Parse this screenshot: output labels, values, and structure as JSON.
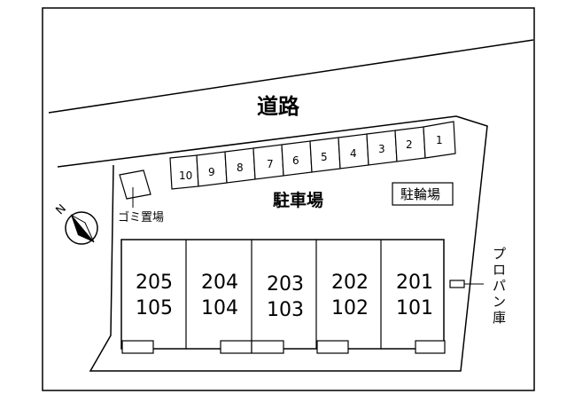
{
  "map": {
    "road_label": "道路",
    "parking_label": "駐車場",
    "bicycle_parking_label": "駐輪場",
    "garbage_area_label": "ゴミ置場",
    "propane_storage_label": [
      "プ",
      "ロ",
      "パ",
      "ン",
      "庫"
    ],
    "north_label": "N",
    "parking_spots": [
      "10",
      "9",
      "8",
      "7",
      "6",
      "5",
      "4",
      "3",
      "2",
      "1"
    ],
    "units": [
      {
        "upper": "205",
        "lower": "105"
      },
      {
        "upper": "204",
        "lower": "104"
      },
      {
        "upper": "203",
        "lower": "103"
      },
      {
        "upper": "202",
        "lower": "102"
      },
      {
        "upper": "201",
        "lower": "101"
      }
    ]
  }
}
